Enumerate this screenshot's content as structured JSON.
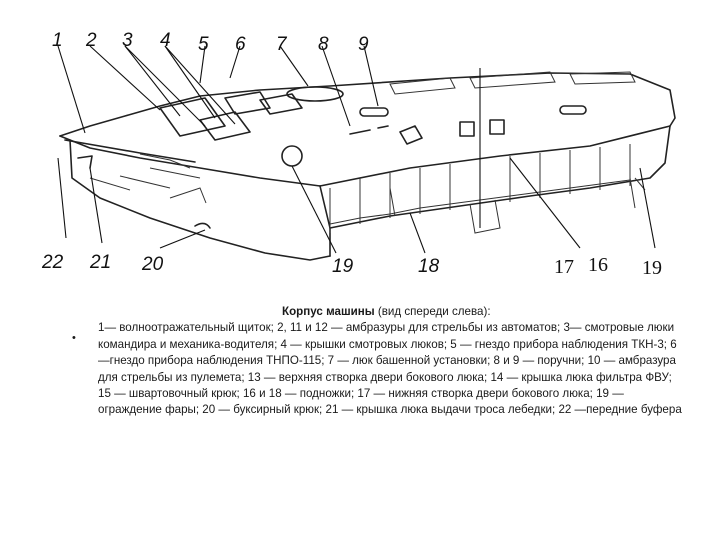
{
  "figure": {
    "callouts": [
      "1",
      "2",
      "3",
      "4",
      "5",
      "6",
      "7",
      "8",
      "9",
      "17",
      "16",
      "19",
      "22",
      "21",
      "20",
      "19",
      "18"
    ]
  },
  "caption": {
    "bullet": "•",
    "title": "Корпус машины",
    "subtitle": "(вид спереди слева):",
    "body": "1— волноотражательный щиток; 2, 11 и 12 — амбразуры для стрельбы из автоматов; 3— смотровые люки командира и механика-водителя; 4 — крышки смотровых люков; 5 — гнездо прибора наблюдения ТКН-3; 6 —гнездо прибора наблюдения ТНПО-115; 7 — люк башенной установки; 8 и 9 — поручни; 10 — амбразура для стрельбы из пулемета; 13 — верхняя створка двери бокового люка; 14 — крышка люка фильтра ФВУ; 15 — швартовочный крюк; 16 и 18 — подножки; 17 — нижняя створка двери бокового люка; 19 — ограждение фары; 20 — буксирный крюк; 21 — крышка люка выдачи троса лебедки; 22 —передние буфера"
  }
}
